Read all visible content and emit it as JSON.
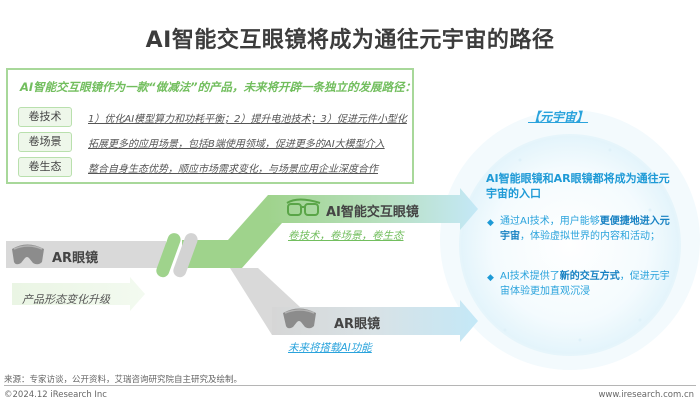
{
  "title": "AI智能交互眼镜将成为通往元宇宙的路径",
  "path_box": {
    "headline": "AI智能交互眼镜作为一款“做减法”的产品，未来将开辟一条独立的发展路径：",
    "rows": [
      {
        "tag": "卷技术",
        "desc": "1）优化AI模型算力和功耗平衡；2）提升电池技术；3）促进元件小型化"
      },
      {
        "tag": "卷场景",
        "desc": "拓展更多的应用场景，包括B端使用领域，促进更多的AI大模型介入"
      },
      {
        "tag": "卷生态",
        "desc": "整合自身生态优势，顺应市场需求变化，与场景应用企业深度合作"
      }
    ]
  },
  "flow": {
    "origin_label": "AR眼镜",
    "evolve_label": "产品形态变化升级",
    "upper_branch": {
      "label": "AI智能交互眼镜",
      "sub": "卷技术，卷场景，卷生态",
      "icon": "glasses-outline-icon"
    },
    "lower_branch": {
      "label": "AR眼镜",
      "sub": "未来将搭载AI功能",
      "icon": "ar-goggles-icon"
    }
  },
  "metaverse": {
    "title": "【元宇宙】",
    "headline": "AI智能眼镜和AR眼镜都将成为通往元宇宙的入口",
    "bullets": [
      {
        "pre": "通过AI技术，用户能够",
        "bold": "更便捷地进入元宇宙",
        "post": "，体验虚拟世界的内容和活动；"
      },
      {
        "pre": "AI技术提供了",
        "bold": "新的交互方式",
        "post": "，促进元宇宙体验更加直观沉浸"
      }
    ]
  },
  "colors": {
    "green": "#9fd38c",
    "gray": "#d9d9d9",
    "blue": "#2aa3dc",
    "light_blue": "#c8e9f7"
  },
  "footer": {
    "source": "来源：专家访谈，公开资料，艾瑞咨询研究院自主研究及绘制。",
    "copyright": "©2024.12 iResearch Inc",
    "site": "www.iresearch.com.cn"
  }
}
